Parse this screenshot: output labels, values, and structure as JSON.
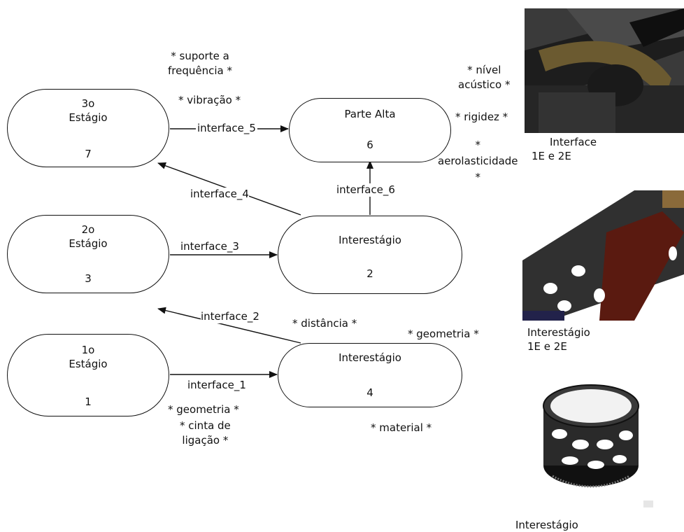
{
  "nodes": {
    "estagio3": {
      "line1": "3o",
      "line2": "Estágio",
      "num": "7"
    },
    "parte_alta": {
      "line1": "Parte Alta",
      "num": "6"
    },
    "estagio2": {
      "line1": "2o",
      "line2": "Estágio",
      "num": "3"
    },
    "interestagio2": {
      "line1": "Interestágio",
      "num": "2"
    },
    "estagio1": {
      "line1": "1o",
      "line2": "Estágio",
      "num": "1"
    },
    "interestagio4": {
      "line1": "Interestágio",
      "num": "4"
    }
  },
  "edges": {
    "interface_1": "interface_1",
    "interface_2": "interface_2",
    "interface_3": "interface_3",
    "interface_4": "interface_4",
    "interface_5": "interface_5",
    "interface_6": "interface_6"
  },
  "notes": {
    "suporte": [
      "* suporte a",
      "frequência *"
    ],
    "vibracao": "* vibração *",
    "nivel": [
      "* nível",
      "acústico *"
    ],
    "rigidez": "* rigidez *",
    "aero": [
      "*",
      "aerolasticidade",
      "*"
    ],
    "distancia": "* distância *",
    "geometria_top": "* geometria *",
    "geometria_bottom": "* geometria *",
    "cinta": [
      "* cinta de",
      "ligação *"
    ],
    "material": "* material *"
  },
  "captions": {
    "interface_img": [
      "Interface",
      "1E e 2E"
    ],
    "interestagio_img": [
      "Interestágio",
      "1E e 2E"
    ],
    "interestagio_ring": "Interestágio"
  },
  "colors": {
    "line": "#111111",
    "dark_metal": "#2b2b2b",
    "nozzle": "#5a1a10"
  }
}
